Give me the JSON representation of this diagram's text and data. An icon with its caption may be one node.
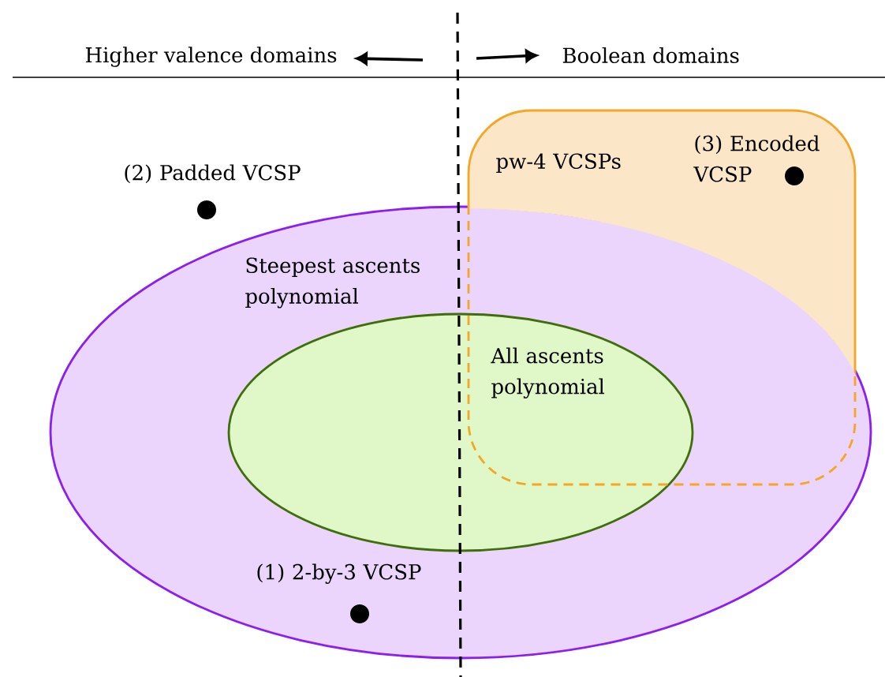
{
  "diagram": {
    "nodes": [
      {
        "text": [
          "Steepest ascents polynomial"
        ]
      },
      {
        "text": [
          "All ascents polynomial"
        ],
        "in": 0
      },
      {
        "text": [
          "pw-4 VCSPs"
        ]
      },
      {
        "text": [],
        "shape": "circle",
        "beside": [
          "(2) Padded VCSP"
        ]
      },
      {
        "text": [],
        "shape": "circle",
        "in": 2,
        "beside": [
          "(3) Encoded VCSP"
        ]
      },
      {
        "text": [],
        "shape": "circle",
        "in": 0,
        "beside": [
          "(1) 2-by-3 VCSP"
        ]
      }
    ],
    "labels": [
      "Higher valence domains",
      "Boolean domains"
    ]
  }
}
